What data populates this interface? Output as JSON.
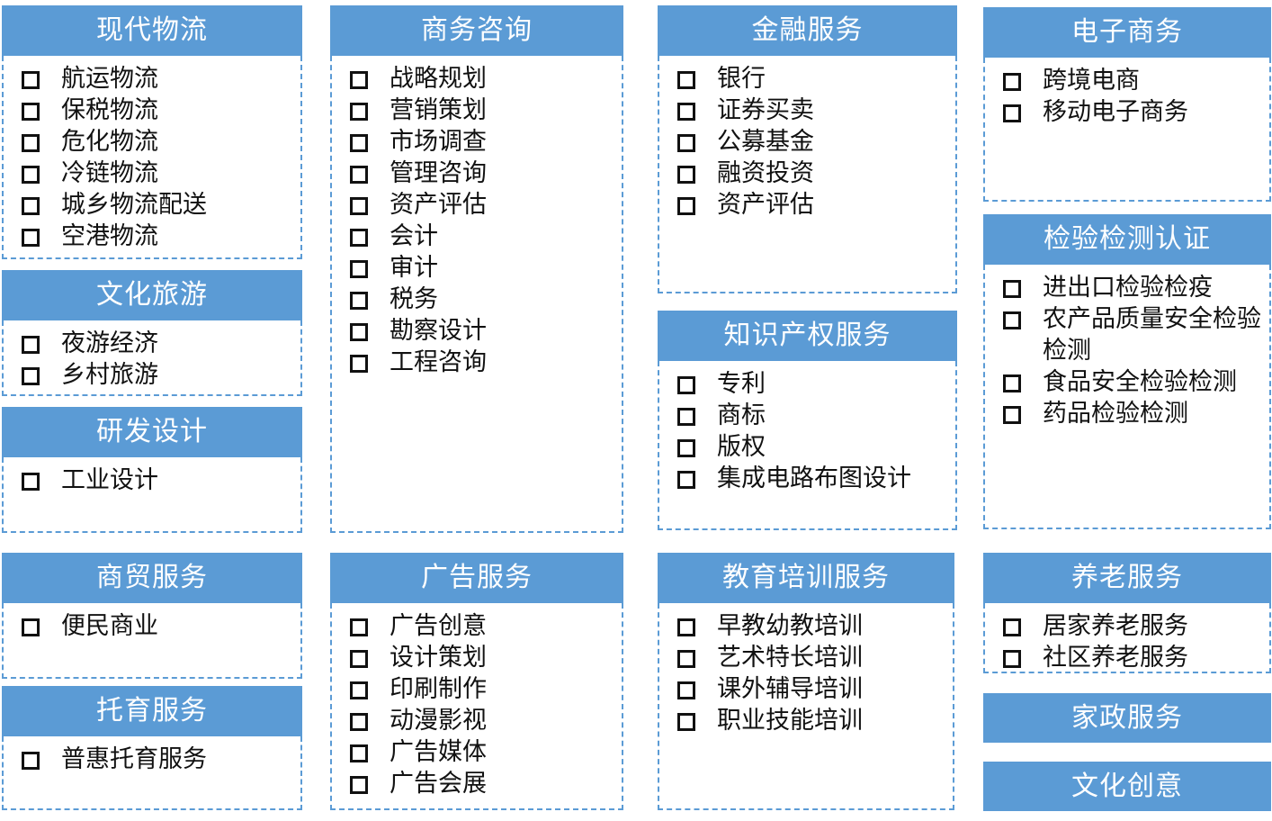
{
  "cards": [
    {
      "id": "xiandai-wuliu",
      "title": "现代物流",
      "items": [
        "航运物流",
        "保税物流",
        "危化物流",
        "冷链物流",
        "城乡物流配送",
        "空港物流"
      ]
    },
    {
      "id": "shangwu-zixun",
      "title": "商务咨询",
      "items": [
        "战略规划",
        "营销策划",
        "市场调查",
        "管理咨询",
        "资产评估",
        "会计",
        "审计",
        "税务",
        "勘察设计",
        "工程咨询"
      ]
    },
    {
      "id": "jinrong-fuwu",
      "title": "金融服务",
      "items": [
        "银行",
        "证券买卖",
        "公募基金",
        "融资投资",
        "资产评估"
      ]
    },
    {
      "id": "dianzi-shangwu",
      "title": "电子商务",
      "items": [
        "跨境电商",
        "移动电子商务"
      ]
    },
    {
      "id": "wenhua-lvyou",
      "title": "文化旅游",
      "items": [
        "夜游经济",
        "乡村旅游"
      ]
    },
    {
      "id": "jianyan-renzheng",
      "title": "检验检测认证",
      "items": [
        "进出口检验检疫",
        "农产品质量安全检验检测",
        "食品安全检验检测",
        "药品检验检测"
      ]
    },
    {
      "id": "zhishi-chanquan",
      "title": "知识产权服务",
      "items": [
        "专利",
        "商标",
        "版权",
        "集成电路布图设计"
      ]
    },
    {
      "id": "yanfa-sheji",
      "title": "研发设计",
      "items": [
        "工业设计"
      ]
    },
    {
      "id": "shangmao-fuwu",
      "title": "商贸服务",
      "items": [
        "便民商业"
      ]
    },
    {
      "id": "guanggao-fuwu",
      "title": "广告服务",
      "items": [
        "广告创意",
        "设计策划",
        "印刷制作",
        "动漫影视",
        "广告媒体",
        "广告会展"
      ]
    },
    {
      "id": "jiaoyu-peixun",
      "title": "教育培训服务",
      "items": [
        "早教幼教培训",
        "艺术特长培训",
        "课外辅导培训",
        "职业技能培训"
      ]
    },
    {
      "id": "yanglao-fuwu",
      "title": "养老服务",
      "items": [
        "居家养老服务",
        "社区养老服务"
      ]
    },
    {
      "id": "tuoyu-fuwu",
      "title": "托育服务",
      "items": [
        "普惠托育服务"
      ]
    },
    {
      "id": "jiazheng-fuwu",
      "title": "家政服务",
      "items": []
    },
    {
      "id": "wenhua-chuangyi",
      "title": "文化创意",
      "items": []
    }
  ]
}
